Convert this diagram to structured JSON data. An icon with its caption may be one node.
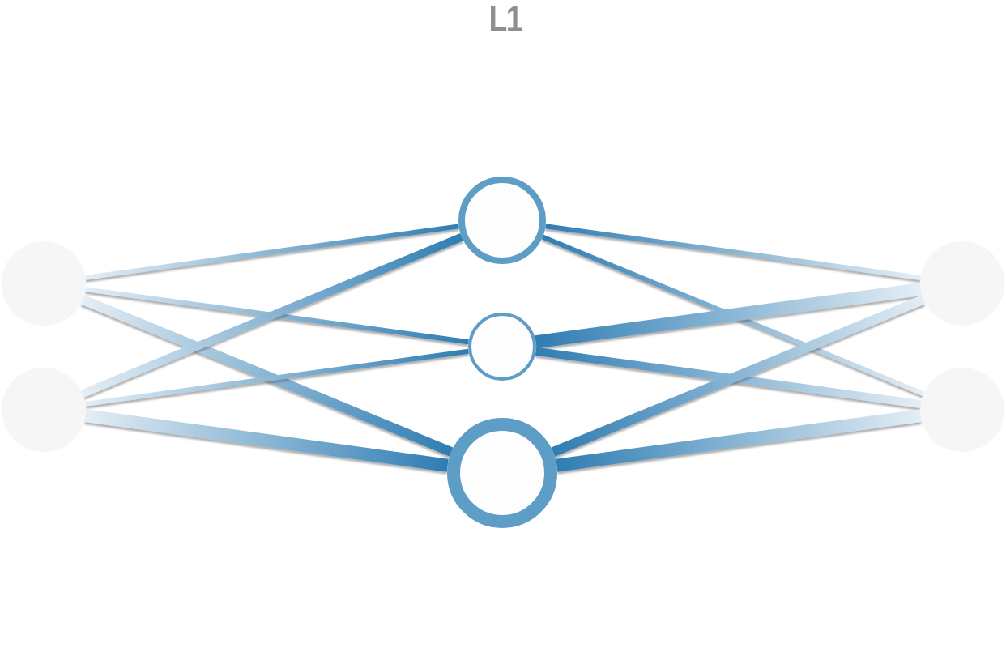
{
  "diagram": {
    "title": "L1",
    "nodes": [
      {
        "text": [],
        "shape": "circle"
      },
      {
        "text": [],
        "shape": "circle"
      },
      {
        "text": [],
        "shape": "circle"
      },
      {
        "text": [],
        "shape": "circle"
      },
      {
        "text": [],
        "shape": "circle"
      },
      {
        "text": [],
        "shape": "circle"
      },
      {
        "text": [],
        "shape": "circle"
      }
    ],
    "edges": [
      {
        "from": 0,
        "to": 2,
        "arrow": "none"
      },
      {
        "from": 0,
        "to": 3,
        "arrow": "none"
      },
      {
        "from": 0,
        "to": 4,
        "arrow": "none",
        "style": "thick"
      },
      {
        "from": 1,
        "to": 2,
        "arrow": "none",
        "style": "thick"
      },
      {
        "from": 1,
        "to": 3,
        "arrow": "none"
      },
      {
        "from": 1,
        "to": 4,
        "arrow": "none",
        "style": "thick"
      },
      {
        "from": 2,
        "to": 5,
        "arrow": "none"
      },
      {
        "from": 2,
        "to": 6,
        "arrow": "none"
      },
      {
        "from": 3,
        "to": 5,
        "arrow": "none",
        "style": "thick"
      },
      {
        "from": 3,
        "to": 6,
        "arrow": "none",
        "style": "thick"
      },
      {
        "from": 4,
        "to": 5,
        "arrow": "none",
        "style": "thick"
      },
      {
        "from": 4,
        "to": 6,
        "arrow": "none",
        "style": "thick"
      }
    ]
  }
}
